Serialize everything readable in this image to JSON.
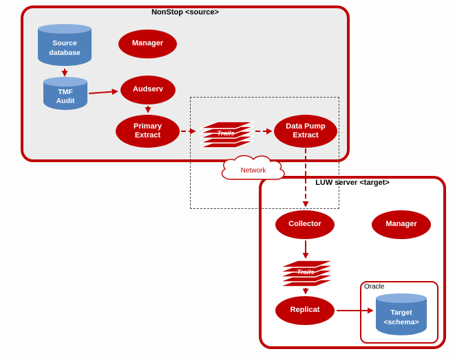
{
  "source": {
    "title": "NonStop <source>",
    "source_database": "Source\ndatabase",
    "manager": "Manager",
    "tmf_audit": "TMF\nAudit",
    "audserv": "Audserv",
    "primary_extract": "Primary\nExtract"
  },
  "pipeline": {
    "trails": "Trails",
    "data_pump_extract": "Data Pump\nExtract",
    "network": "Network"
  },
  "target": {
    "title": "LUW server <target>",
    "collector": "Collector",
    "manager": "Manager",
    "trails": "Trails",
    "replicat": "Replicat",
    "oracle": "Oracle",
    "target_schema": "Target\n<schema>"
  },
  "colors": {
    "red": "#c00000",
    "blue": "#4f81bd",
    "blue-light": "#8aaede",
    "source-box-fill": "#ececec"
  }
}
